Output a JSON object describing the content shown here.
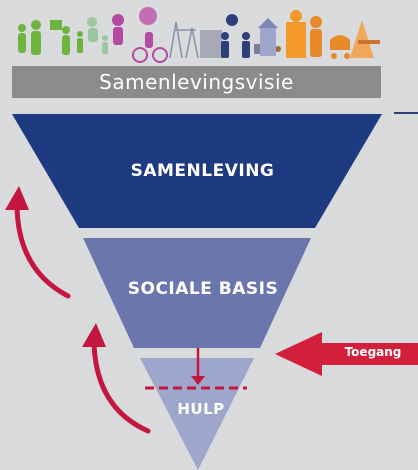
{
  "banner": {
    "title": "Samenlevingsvisie",
    "illustration_icons": [
      "people-icon",
      "family-icon",
      "child-icon",
      "cyclist-icon",
      "playground-icon",
      "school-icon",
      "worker-icon",
      "dog-icon",
      "house-icon",
      "stroller-icon",
      "trees-icon"
    ]
  },
  "pyramid": {
    "tiers": [
      {
        "label": "SAMENLEVING",
        "color": "#1e3a80"
      },
      {
        "label": "SOCIALE BASIS",
        "color": "#6b76ad"
      },
      {
        "label": "HULP",
        "color": "#9ea6cb"
      }
    ]
  },
  "access": {
    "label": "Toegang",
    "color": "#d21f3c"
  },
  "colors": {
    "background": "#d9dadc",
    "banner_bar": "#8b8b8e",
    "curve_arrow": "#c4173f",
    "dashed_line": "#c4173f"
  }
}
